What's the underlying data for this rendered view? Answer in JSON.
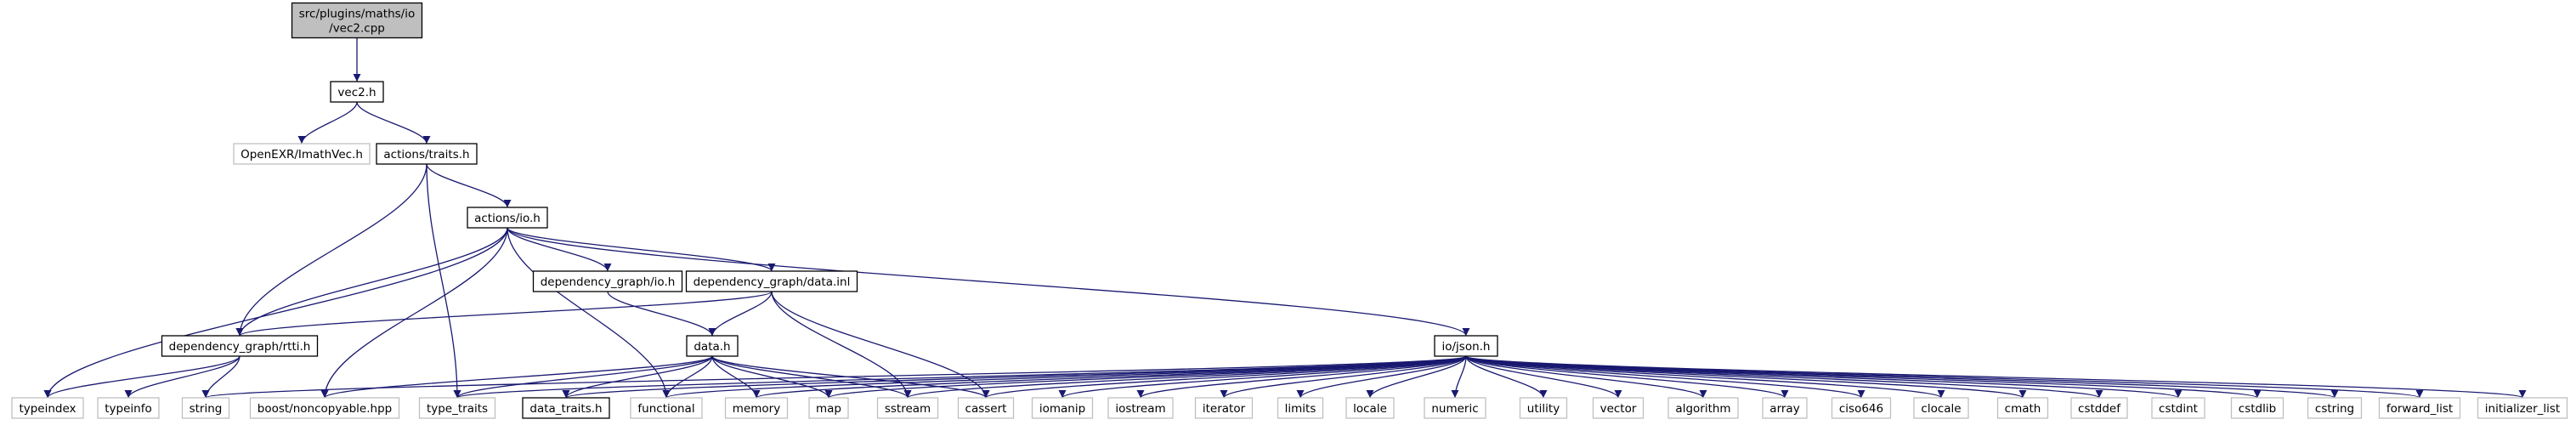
{
  "graph": {
    "nodes": [
      {
        "id": "root",
        "lines": [
          "src/plugins/maths/io",
          "/vec2.cpp"
        ],
        "style": "root"
      },
      {
        "id": "vec2",
        "lines": [
          "vec2.h"
        ],
        "style": "normal"
      },
      {
        "id": "imath",
        "lines": [
          "OpenEXR/ImathVec.h"
        ],
        "style": "external"
      },
      {
        "id": "traits",
        "lines": [
          "actions/traits.h"
        ],
        "style": "normal"
      },
      {
        "id": "aio",
        "lines": [
          "actions/io.h"
        ],
        "style": "normal"
      },
      {
        "id": "dgio",
        "lines": [
          "dependency_graph/io.h"
        ],
        "style": "normal"
      },
      {
        "id": "dgdatainl",
        "lines": [
          "dependency_graph/data.inl"
        ],
        "style": "normal"
      },
      {
        "id": "rtti",
        "lines": [
          "dependency_graph/rtti.h"
        ],
        "style": "normal"
      },
      {
        "id": "datah",
        "lines": [
          "data.h"
        ],
        "style": "normal"
      },
      {
        "id": "json",
        "lines": [
          "io/json.h"
        ],
        "style": "normal"
      },
      {
        "id": "typeindex",
        "lines": [
          "typeindex"
        ],
        "style": "external"
      },
      {
        "id": "typeinfo",
        "lines": [
          "typeinfo"
        ],
        "style": "external"
      },
      {
        "id": "string",
        "lines": [
          "string"
        ],
        "style": "external"
      },
      {
        "id": "noncopyable",
        "lines": [
          "boost/noncopyable.hpp"
        ],
        "style": "external"
      },
      {
        "id": "type_traits",
        "lines": [
          "type_traits"
        ],
        "style": "external"
      },
      {
        "id": "data_traits",
        "lines": [
          "data_traits.h"
        ],
        "style": "normal"
      },
      {
        "id": "functional",
        "lines": [
          "functional"
        ],
        "style": "external"
      },
      {
        "id": "memory",
        "lines": [
          "memory"
        ],
        "style": "external"
      },
      {
        "id": "map",
        "lines": [
          "map"
        ],
        "style": "external"
      },
      {
        "id": "sstream",
        "lines": [
          "sstream"
        ],
        "style": "external"
      },
      {
        "id": "cassert",
        "lines": [
          "cassert"
        ],
        "style": "external"
      },
      {
        "id": "iomanip",
        "lines": [
          "iomanip"
        ],
        "style": "external"
      },
      {
        "id": "iostream",
        "lines": [
          "iostream"
        ],
        "style": "external"
      },
      {
        "id": "iterator",
        "lines": [
          "iterator"
        ],
        "style": "external"
      },
      {
        "id": "limits",
        "lines": [
          "limits"
        ],
        "style": "external"
      },
      {
        "id": "locale",
        "lines": [
          "locale"
        ],
        "style": "external"
      },
      {
        "id": "numeric",
        "lines": [
          "numeric"
        ],
        "style": "external"
      },
      {
        "id": "utility",
        "lines": [
          "utility"
        ],
        "style": "external"
      },
      {
        "id": "vector",
        "lines": [
          "vector"
        ],
        "style": "external"
      },
      {
        "id": "algorithm",
        "lines": [
          "algorithm"
        ],
        "style": "external"
      },
      {
        "id": "array",
        "lines": [
          "array"
        ],
        "style": "external"
      },
      {
        "id": "ciso646",
        "lines": [
          "ciso646"
        ],
        "style": "external"
      },
      {
        "id": "clocale",
        "lines": [
          "clocale"
        ],
        "style": "external"
      },
      {
        "id": "cmath",
        "lines": [
          "cmath"
        ],
        "style": "external"
      },
      {
        "id": "cstddef",
        "lines": [
          "cstddef"
        ],
        "style": "external"
      },
      {
        "id": "cstdint",
        "lines": [
          "cstdint"
        ],
        "style": "external"
      },
      {
        "id": "cstdlib",
        "lines": [
          "cstdlib"
        ],
        "style": "external"
      },
      {
        "id": "cstring",
        "lines": [
          "cstring"
        ],
        "style": "external"
      },
      {
        "id": "forward_list",
        "lines": [
          "forward_list"
        ],
        "style": "external"
      },
      {
        "id": "initializer_list",
        "lines": [
          "initializer_list"
        ],
        "style": "external"
      }
    ],
    "edges": [
      [
        "root",
        "vec2"
      ],
      [
        "vec2",
        "imath"
      ],
      [
        "vec2",
        "traits"
      ],
      [
        "traits",
        "aio"
      ],
      [
        "traits",
        "rtti"
      ],
      [
        "traits",
        "type_traits"
      ],
      [
        "aio",
        "dgio"
      ],
      [
        "aio",
        "dgdatainl"
      ],
      [
        "aio",
        "rtti"
      ],
      [
        "aio",
        "json"
      ],
      [
        "aio",
        "typeindex"
      ],
      [
        "aio",
        "noncopyable"
      ],
      [
        "aio",
        "functional"
      ],
      [
        "dgio",
        "datah"
      ],
      [
        "dgdatainl",
        "rtti"
      ],
      [
        "dgdatainl",
        "datah"
      ],
      [
        "dgdatainl",
        "sstream"
      ],
      [
        "dgdatainl",
        "cassert"
      ],
      [
        "rtti",
        "typeindex"
      ],
      [
        "rtti",
        "typeinfo"
      ],
      [
        "rtti",
        "string"
      ],
      [
        "datah",
        "type_traits"
      ],
      [
        "datah",
        "data_traits"
      ],
      [
        "datah",
        "functional"
      ],
      [
        "datah",
        "memory"
      ],
      [
        "datah",
        "map"
      ],
      [
        "datah",
        "sstream"
      ],
      [
        "datah",
        "cassert"
      ],
      [
        "datah",
        "noncopyable"
      ],
      [
        "json",
        "string"
      ],
      [
        "json",
        "type_traits"
      ],
      [
        "json",
        "data_traits"
      ],
      [
        "json",
        "functional"
      ],
      [
        "json",
        "memory"
      ],
      [
        "json",
        "map"
      ],
      [
        "json",
        "sstream"
      ],
      [
        "json",
        "cassert"
      ],
      [
        "json",
        "iomanip"
      ],
      [
        "json",
        "iostream"
      ],
      [
        "json",
        "iterator"
      ],
      [
        "json",
        "limits"
      ],
      [
        "json",
        "locale"
      ],
      [
        "json",
        "numeric"
      ],
      [
        "json",
        "utility"
      ],
      [
        "json",
        "vector"
      ],
      [
        "json",
        "algorithm"
      ],
      [
        "json",
        "array"
      ],
      [
        "json",
        "ciso646"
      ],
      [
        "json",
        "clocale"
      ],
      [
        "json",
        "cmath"
      ],
      [
        "json",
        "cstddef"
      ],
      [
        "json",
        "cstdint"
      ],
      [
        "json",
        "cstdlib"
      ],
      [
        "json",
        "cstring"
      ],
      [
        "json",
        "forward_list"
      ],
      [
        "json",
        "initializer_list"
      ]
    ],
    "colors": {
      "edge": "#191970",
      "root_fill": "#bfbfbf",
      "normal_border": "#000000",
      "external_border": "#bfbfbf",
      "text": "#000000"
    }
  }
}
